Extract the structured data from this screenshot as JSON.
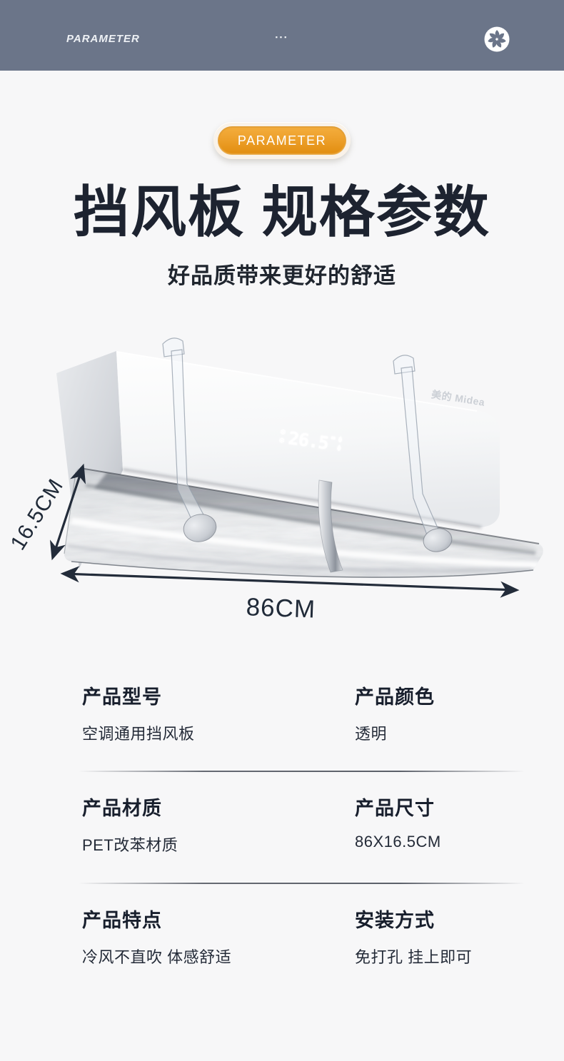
{
  "header": {
    "label": "PARAMETER",
    "dots": "▪▪▪",
    "bg_color": "#6b7589",
    "fan_icon": "fan-pinwheel"
  },
  "hero": {
    "badge_label": "PARAMETER",
    "badge_accent_color": "#eda02b",
    "title": "挡风板 规格参数",
    "subtitle": "好品质带来更好的舒适"
  },
  "product": {
    "brand_label": "美的 Midea",
    "display_value": "26.5",
    "height_dimension": "16.5CM",
    "width_dimension": "86CM",
    "arrow_color": "#232c3a"
  },
  "specs": {
    "rows": [
      {
        "left": {
          "label": "产品型号",
          "value": "空调通用挡风板"
        },
        "right": {
          "label": "产品颜色",
          "value": "透明"
        }
      },
      {
        "left": {
          "label": "产品材质",
          "value": "PET改苯材质"
        },
        "right": {
          "label": "产品尺寸",
          "value": "86X16.5CM"
        }
      },
      {
        "left": {
          "label": "产品特点",
          "value": "冷风不直吹 体感舒适"
        },
        "right": {
          "label": "安装方式",
          "value": "免打孔 挂上即可"
        }
      }
    ]
  }
}
